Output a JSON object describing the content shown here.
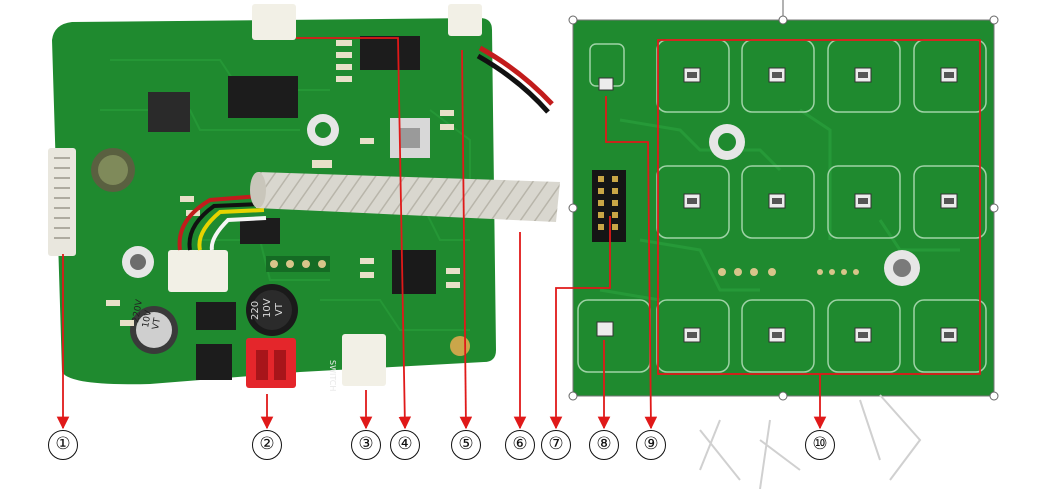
{
  "photo_labels": {
    "cap_220v": "220V",
    "cap_10v": "10V",
    "cap_vt": "VT",
    "cap2_220": "220",
    "cap2_10v": "10V",
    "cap2_vt": "VT",
    "switch_silk": "SWITCH"
  },
  "callouts": [
    "①",
    "②",
    "③",
    "④",
    "⑤",
    "⑥",
    "⑦",
    "⑧",
    "⑨",
    "⑩"
  ],
  "colors": {
    "board": "#1f8a2f",
    "board_dark": "#16702a",
    "arrow": "#e01919",
    "connector_white": "#f2f0e6",
    "connector_red": "#e4262b",
    "sleeve": "#d8d6cf"
  }
}
